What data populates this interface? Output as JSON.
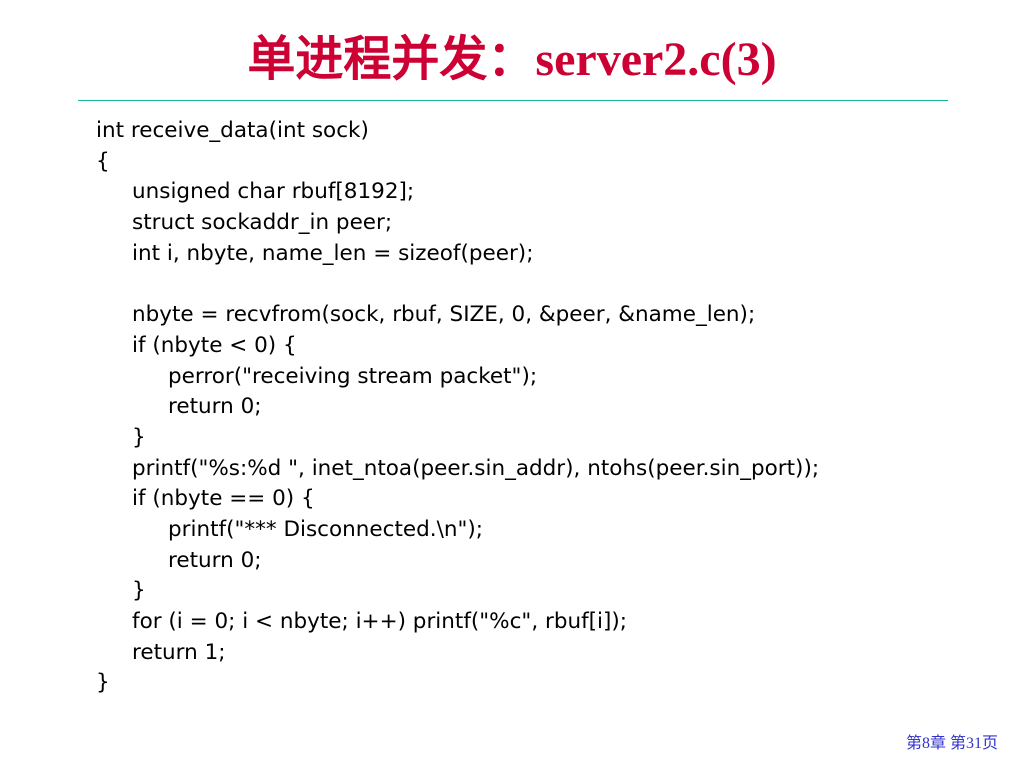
{
  "title": "单进程并发：server2.c(3)",
  "colors": {
    "title": "#cc0033",
    "rule": "#19b39a",
    "code": "#000000",
    "footer": "#3333cc",
    "background": "#ffffff"
  },
  "code_lines": [
    {
      "indent": 0,
      "text": "int receive_data(int sock)"
    },
    {
      "indent": 0,
      "text": "{"
    },
    {
      "indent": 1,
      "text": "unsigned char rbuf[8192];"
    },
    {
      "indent": 1,
      "text": "struct sockaddr_in peer;"
    },
    {
      "indent": 1,
      "text": "int i, nbyte, name_len = sizeof(peer);"
    },
    {
      "indent": 0,
      "text": ""
    },
    {
      "indent": 1,
      "text": "nbyte = recvfrom(sock, rbuf, SIZE, 0, &peer, &name_len);"
    },
    {
      "indent": 1,
      "text": "if (nbyte < 0) {"
    },
    {
      "indent": 2,
      "text": "perror(\"receiving stream packet\");"
    },
    {
      "indent": 2,
      "text": "return 0;"
    },
    {
      "indent": 1,
      "text": "}"
    },
    {
      "indent": 1,
      "text": "printf(\"%s:%d \", inet_ntoa(peer.sin_addr), ntohs(peer.sin_port));"
    },
    {
      "indent": 1,
      "text": "if (nbyte == 0) {"
    },
    {
      "indent": 2,
      "text": "printf(\"*** Disconnected.\\n\");"
    },
    {
      "indent": 2,
      "text": "return 0;"
    },
    {
      "indent": 1,
      "text": "}"
    },
    {
      "indent": 1,
      "text": "for (i = 0; i < nbyte; i++) printf(\"%c\", rbuf[i]);"
    },
    {
      "indent": 1,
      "text": "return 1;"
    },
    {
      "indent": 0,
      "text": "}"
    }
  ],
  "footer": {
    "text": "第8章  第31页"
  }
}
